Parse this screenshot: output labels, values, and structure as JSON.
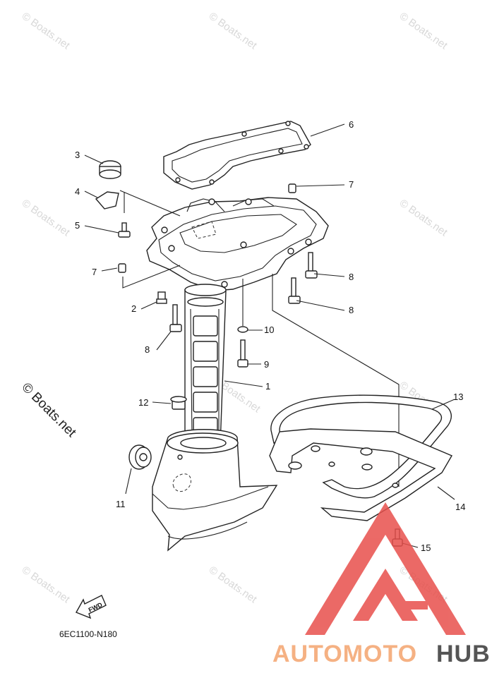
{
  "watermark": "© Boats.net",
  "diagram_code": "6EC1100-N180",
  "fwd_label": "FWD",
  "logo": {
    "part_a": "AUTOMOTO",
    "part_b": "HUB",
    "color_a": "#f5b183",
    "color_b": "#555555",
    "mark_color": "#e8504c"
  },
  "callouts": [
    {
      "num": "1"
    },
    {
      "num": "2"
    },
    {
      "num": "3"
    },
    {
      "num": "4"
    },
    {
      "num": "5"
    },
    {
      "num": "6"
    },
    {
      "num": "7"
    },
    {
      "num": "7"
    },
    {
      "num": "8"
    },
    {
      "num": "8"
    },
    {
      "num": "8"
    },
    {
      "num": "9"
    },
    {
      "num": "10"
    },
    {
      "num": "11"
    },
    {
      "num": "12"
    },
    {
      "num": "13"
    },
    {
      "num": "14"
    },
    {
      "num": "15"
    }
  ]
}
